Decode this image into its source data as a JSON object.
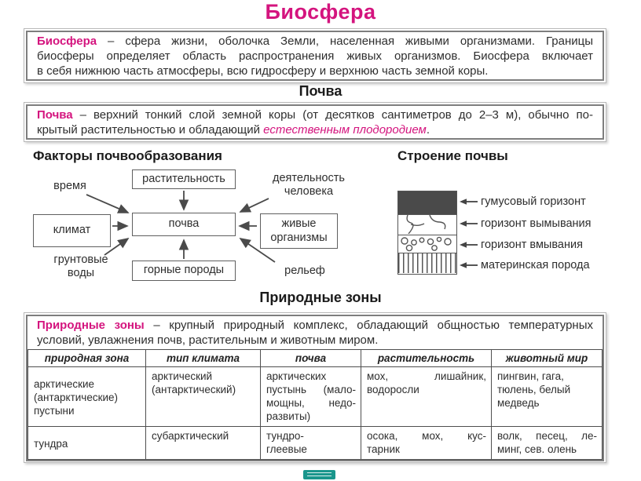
{
  "colors": {
    "accent": "#d4147e",
    "humus_layer": "#4a4a4a",
    "diagram_line": "#4a4a4a",
    "watermark_teal": "#1a968c"
  },
  "title": "Биосфера",
  "biosphere": {
    "term": "Биосфера",
    "line1": " – сфера жизни, оболочка Земли, населенная живыми организмами. Границы",
    "line2": "биосферы определяет область распространения живых организмов. Биосфера включает",
    "line3": "в себя нижнюю часть атмосферы, всю гидросферу и верхнюю часть земной коры."
  },
  "soil": {
    "heading": "Почва",
    "term": "Почва",
    "line1": " – верхний тонкий слой земной коры (от десятков сантиметров до 2–3 м), обычно по-",
    "line2_start": "крытый растительностью и обладающий ",
    "line2_highlight": "естественным плодородием",
    "line2_end": "."
  },
  "factors": {
    "heading": "Факторы почвообразования",
    "center_box": "почва",
    "vegetation_box": "растительность",
    "climate_box": "климат",
    "organisms_box": "живые организмы",
    "rocks_box": "горные породы",
    "time_label": "время",
    "human_label": "деятельность человека",
    "groundwater_label": "грунтовые воды",
    "relief_label": "рельеф"
  },
  "soil_structure": {
    "heading": "Строение почвы",
    "layers": [
      "гумусовый горизонт",
      "горизонт вымывания",
      "горизонт вмывания",
      "материнская порода"
    ]
  },
  "zones": {
    "heading": "Природные зоны",
    "term": "Природные зоны",
    "def_line1": " – крупный природный комплекс, обладающий общностью температурных",
    "def_line2": "условий, увлажнения почв, растительным и животным миром.",
    "table": {
      "headers": [
        "природная зона",
        "тип климата",
        "почва",
        "растительность",
        "животный мир"
      ],
      "rows": [
        {
          "zone": [
            "арктические",
            "(антарктические)",
            "пустыни"
          ],
          "climate": [
            "арктический",
            "(антарктический)"
          ],
          "soil": [
            "арктических",
            "пустынь (мало-",
            "мощны, недо-",
            "развиты)"
          ],
          "vegetation": [
            "мох, лишайник,",
            "водоросли"
          ],
          "animals": [
            "пингвин, гага,",
            "тюлень, белый",
            "медведь"
          ]
        },
        {
          "zone": [
            "тундра"
          ],
          "climate": [
            "субарктический"
          ],
          "soil": [
            "тундро-",
            "глеевые"
          ],
          "vegetation": [
            "осока, мох, кус-",
            "тарник"
          ],
          "animals": [
            "волк, песец, ле-",
            "минг, сев. олень"
          ]
        }
      ]
    }
  }
}
